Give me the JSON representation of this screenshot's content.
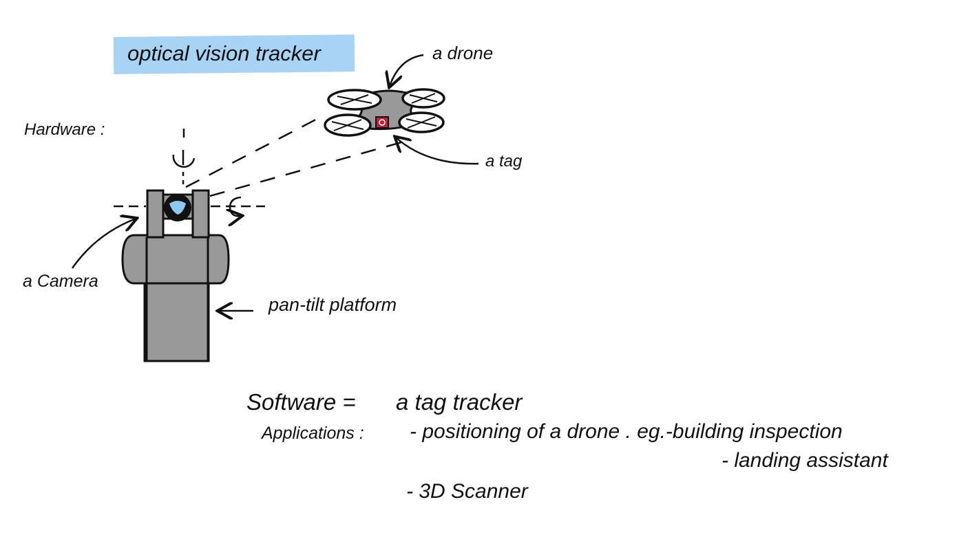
{
  "title": "optical vision tracker",
  "hardware_label": "Hardware :",
  "labels": {
    "drone": "a drone",
    "tag": "a tag",
    "camera": "a Camera",
    "platform": "pan-tilt platform"
  },
  "software": {
    "label": "Software =",
    "value": "a tag tracker"
  },
  "applications": {
    "label": "Applications :",
    "items": [
      "- positioning of a drone . eg.-building inspection",
      "- landing assistant",
      "- 3D Scanner"
    ]
  },
  "colors": {
    "highlight": "#a9d3f5",
    "gray": "#999999",
    "lens": "#8cc8f0",
    "tag": "#c0203a"
  }
}
